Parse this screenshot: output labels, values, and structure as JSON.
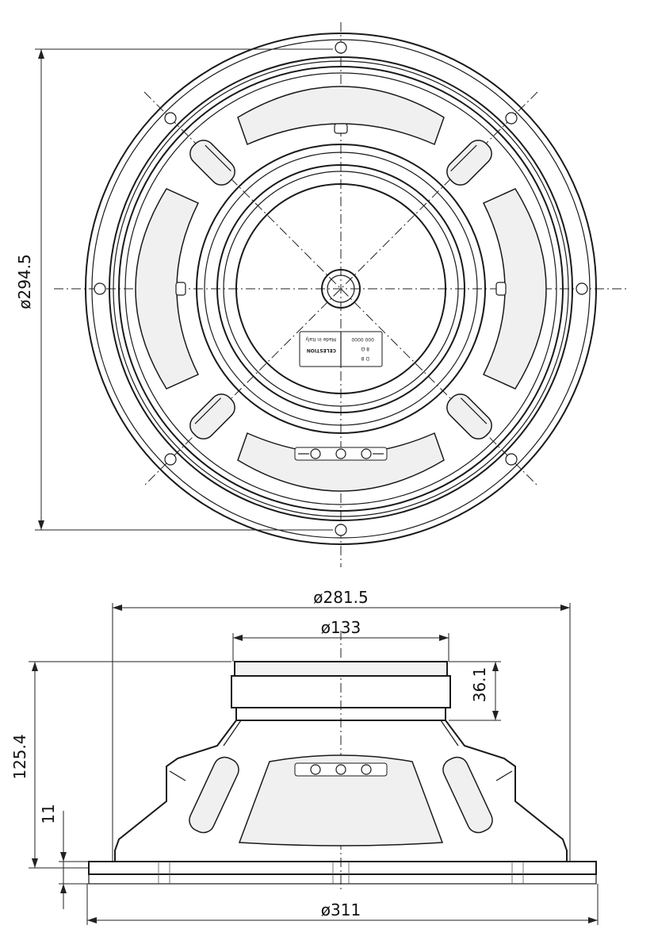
{
  "dimensions": {
    "front_diameter": "ø294.5",
    "basket_diameter": "ø281.5",
    "magnet_diameter": "ø133",
    "magnet_depth": "36.1",
    "overall_depth": "125.4",
    "flange_thickness": "11",
    "gasket_diameter": "ø311"
  },
  "label": {
    "line1": "D 8",
    "line2": "8 Ω",
    "line3": "000 0000",
    "brand": "CELESTION",
    "made_in": "Made in Italy"
  }
}
